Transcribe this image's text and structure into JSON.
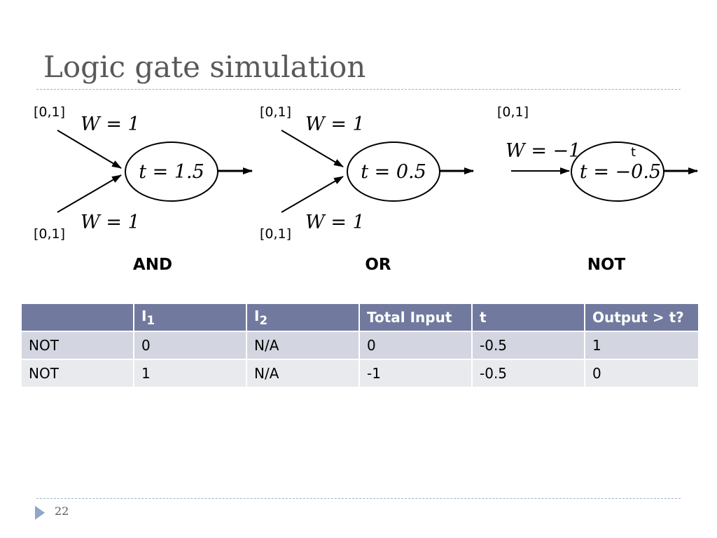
{
  "slide": {
    "title": "Logic gate simulation",
    "page_number": "22"
  },
  "gates": [
    {
      "name": "AND",
      "input_labels": [
        "[0,1]",
        "[0,1]"
      ],
      "weight_labels": [
        "W = 1",
        "W = 1"
      ],
      "threshold_label": "t = 1.5"
    },
    {
      "name": "OR",
      "input_labels": [
        "[0,1]",
        "[0,1]"
      ],
      "weight_labels": [
        "W = 1",
        "W = 1"
      ],
      "threshold_label": "t = 0.5"
    },
    {
      "name": "NOT",
      "input_labels": [
        "[0,1]"
      ],
      "weight_labels": [
        "W = −1"
      ],
      "threshold_label": "t = −0.5",
      "extra_label": "t"
    }
  ],
  "table": {
    "headers": [
      "",
      "I",
      "I",
      "Total Input",
      "t",
      "Output > t?"
    ],
    "header_subscripts": [
      "",
      "1",
      "2",
      "",
      "",
      ""
    ],
    "rows": [
      [
        "NOT",
        "0",
        "N/A",
        "0",
        "-0.5",
        "1"
      ],
      [
        "NOT",
        "1",
        "N/A",
        "-1",
        "-0.5",
        "0"
      ]
    ]
  },
  "colors": {
    "header_bg": "#717a9e",
    "row_odd_bg": "#d3d6e0",
    "row_even_bg": "#e9eaee",
    "title_text": "#595959",
    "rule": "#9eb0c8"
  }
}
